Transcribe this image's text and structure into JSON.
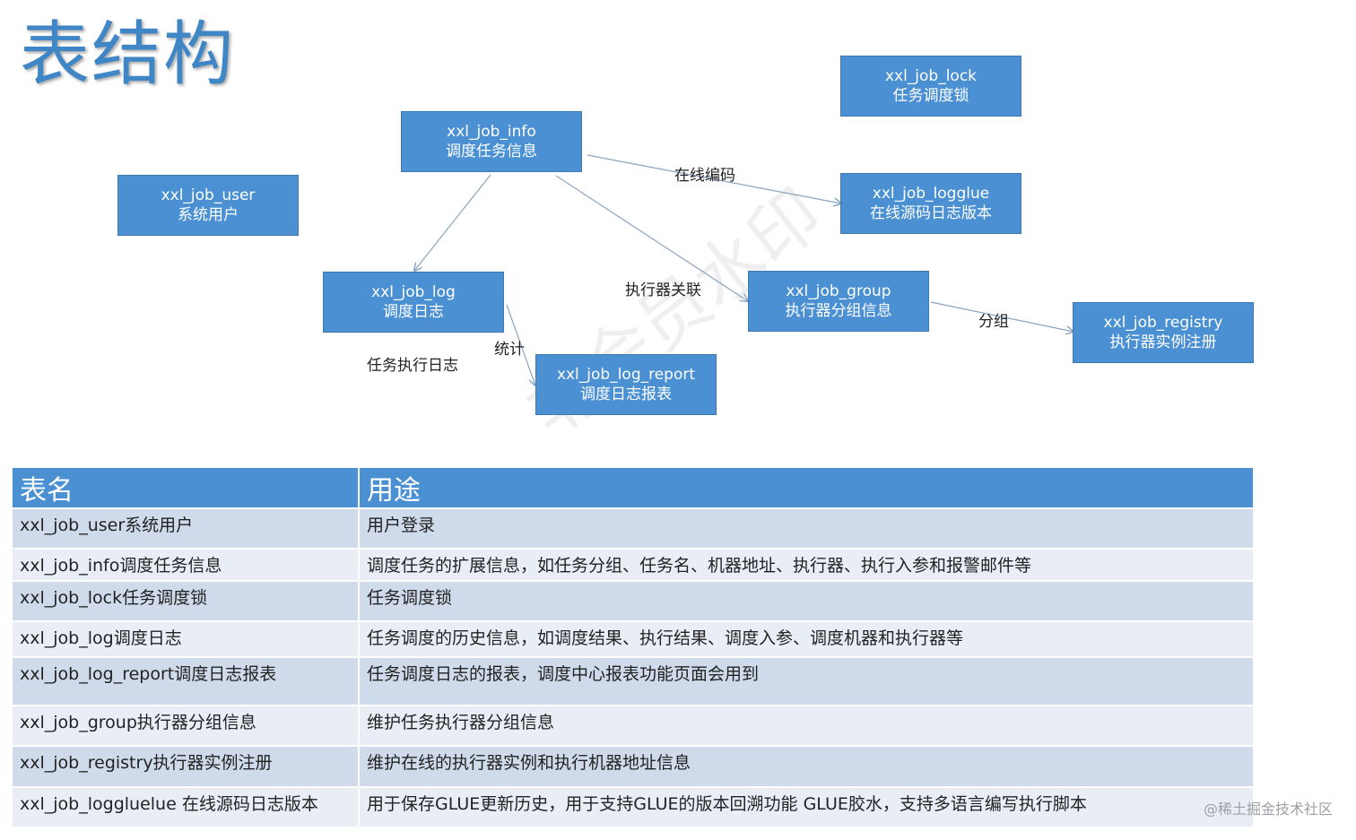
{
  "title": "表结构",
  "nodes": {
    "lock": {
      "name": "xxl_job_lock",
      "desc": "任务调度锁"
    },
    "info": {
      "name": "xxl_job_info",
      "desc": "调度任务信息"
    },
    "user": {
      "name": "xxl_job_user",
      "desc": "系统用户"
    },
    "logglue": {
      "name": "xxl_job_logglue",
      "desc": "在线源码日志版本"
    },
    "log": {
      "name": "xxl_job_log",
      "desc": "调度日志"
    },
    "group": {
      "name": "xxl_job_group",
      "desc": "执行器分组信息"
    },
    "registry": {
      "name": "xxl_job_registry",
      "desc": "执行器实例注册"
    },
    "log_report": {
      "name": "xxl_job_log_report",
      "desc": "调度日志报表"
    }
  },
  "edge_labels": {
    "online_code": "在线编码",
    "executor_assoc": "执行器关联",
    "grouping": "分组",
    "statistics": "统计",
    "task_exec_log": "任务执行日志"
  },
  "watermark": "非会员水印",
  "table": {
    "headers": [
      "表名",
      "用途"
    ],
    "rows": [
      {
        "name": "xxl_job_user系统用户",
        "usage": "用户登录"
      },
      {
        "name": "xxl_job_info调度任务信息",
        "usage": "调度任务的扩展信息，如任务分组、任务名、机器地址、执行器、执行入参和报警邮件等"
      },
      {
        "name": "xxl_job_lock任务调度锁",
        "usage": "任务调度锁"
      },
      {
        "name": "xxl_job_log调度日志",
        "usage": "任务调度的历史信息，如调度结果、执行结果、调度入参、调度机器和执行器等"
      },
      {
        "name": "xxl_job_log_report调度日志报表",
        "usage": "任务调度日志的报表，调度中心报表功能页面会用到"
      },
      {
        "name": "xxl_job_group执行器分组信息",
        "usage": "维护任务执行器分组信息"
      },
      {
        "name": "xxl_job_registry执行器实例注册",
        "usage": "维护在线的执行器实例和执行机器地址信息"
      },
      {
        "name": "xxl_job_loggluelue 在线源码日志版本",
        "usage": "用于保存GLUE更新历史，用于支持GLUE的版本回溯功能 GLUE胶水，支持多语言编写执行脚本"
      }
    ]
  },
  "credit": "@稀土掘金技术社区",
  "colors": {
    "node_fill": "#4a90d2",
    "title": "#3f86c7",
    "row_odd": "#cfdbeb",
    "row_even": "#e9eef6"
  }
}
